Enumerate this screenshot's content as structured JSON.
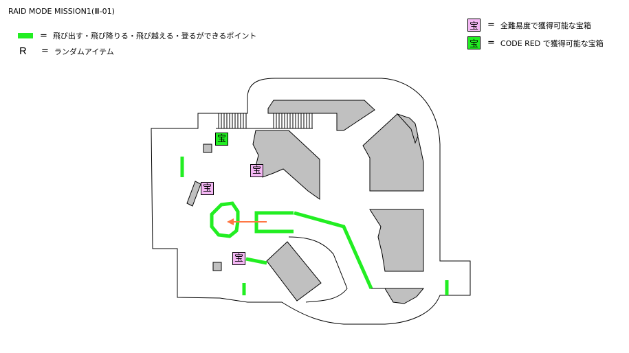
{
  "title": "RAID MODE  MISSION1(Ⅲ-01)",
  "legend_left": [
    {
      "symbol": "green-bar",
      "eq": "=",
      "text": "飛び出す・飛び降りる・飛び越える・登るができるポイント"
    },
    {
      "symbol": "R",
      "eq": "=",
      "text": "ランダムアイテム"
    }
  ],
  "legend_right": [
    {
      "symbol": "宝",
      "color": "#f5b8f5",
      "eq": "=",
      "text": "全難易度で獲得可能な宝箱"
    },
    {
      "symbol": "宝",
      "color": "#22ee22",
      "eq": "=",
      "text": "CODE RED で獲得可能な宝箱"
    }
  ],
  "markers": {
    "treasure_label": "宝",
    "pink_color": "#f5b8f5",
    "green_color": "#22ee22"
  },
  "colors": {
    "jump_point": "#22ee22",
    "obstacle": "#c0c0c0",
    "arrow": "#ff7744"
  }
}
